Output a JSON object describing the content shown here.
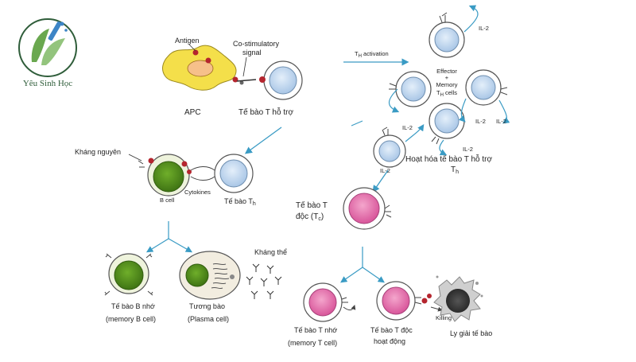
{
  "logo": {
    "text": "Yêu Sinh Học"
  },
  "labels": {
    "antigen": "Antigen",
    "costim": "Co-stimulatory",
    "signal": "signal",
    "apc": "APC",
    "th_cell": "Tế bào T hỗ trợ",
    "th_act_pre": "T",
    "th_act_sub": "H",
    "th_act_post": " activation",
    "il2": "IL-2",
    "effector": "Effector",
    "plus": "+",
    "memory": "Memory",
    "th_cells_pre": "T",
    "th_cells_sub": "H",
    "th_cells_post": " cells",
    "activation_text": "Hoạt hóa tế bào T hỗ trợ",
    "activation_sub_T": "T",
    "activation_sub_h": "h",
    "khang_nguyen": "Kháng nguyên",
    "b_cell": "B cell",
    "cytokines": "Cytokines",
    "te_bao_th_pre": "Tế bào T",
    "te_bao_th_sub": "h",
    "tc_line1": "Tế bào T",
    "tc_line2_pre": "độc (T",
    "tc_line2_sub": "c",
    "tc_line2_post": ")",
    "khang_the": "Kháng thể",
    "memory_b_1": "Tế bào B nhớ",
    "memory_b_2": "(memory B cell)",
    "plasma_1": "Tương bào",
    "plasma_2": "(Plasma cell)",
    "memory_t_1": "Tế bào T nhớ",
    "memory_t_2": "(memory T cell)",
    "active_tc_1": "Tế bào T độc",
    "active_tc_2": "hoạt động",
    "killing": "Killing",
    "lysis": "Ly giải tế bào"
  },
  "colors": {
    "blue_nucleus": "#b9d3ee",
    "green_nucleus": "#4f8a1c",
    "pink_nucleus": "#e277ad",
    "apc_yellow": "#f4df4a",
    "arrow": "#3a9bc4",
    "antigen_red": "#b5252e"
  }
}
